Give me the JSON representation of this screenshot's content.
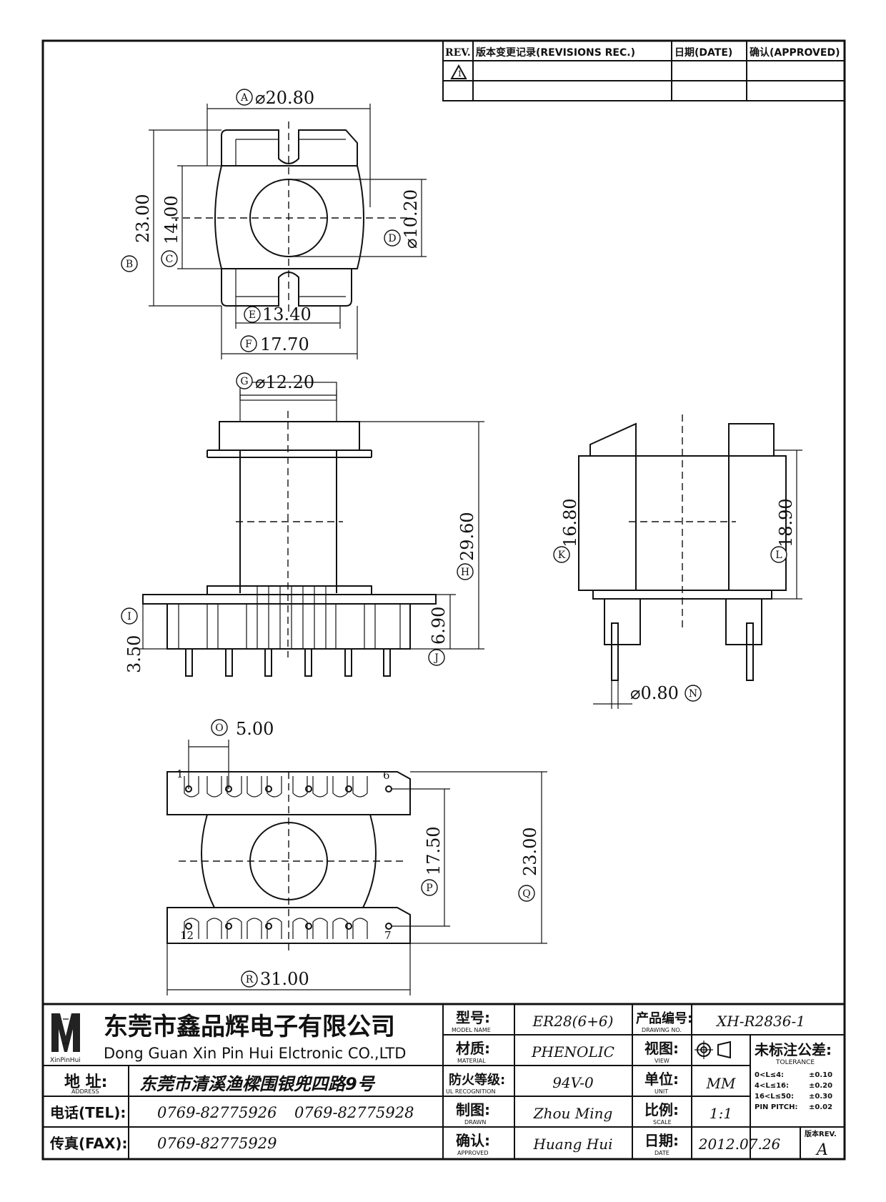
{
  "revision_table": {
    "headers": {
      "rev": "REV.",
      "record": "版本变更记录(REVISIONS REC.)",
      "date": "日期(DATE)",
      "approved": "确认(APPROVED)"
    },
    "row1_rev": "1"
  },
  "dimensions": {
    "A": {
      "letter": "A",
      "text": "⌀20.80"
    },
    "B": {
      "letter": "B",
      "text": "23.00"
    },
    "C": {
      "letter": "C",
      "text": "14.00"
    },
    "D": {
      "letter": "D",
      "text": "⌀10.20"
    },
    "E": {
      "letter": "E",
      "text": "13.40"
    },
    "F": {
      "letter": "F",
      "text": "17.70"
    },
    "G": {
      "letter": "G",
      "text": "⌀12.20"
    },
    "H": {
      "letter": "H",
      "text": "29.60"
    },
    "I": {
      "letter": "I",
      "text": "3.50"
    },
    "J": {
      "letter": "J",
      "text": "6.90"
    },
    "K": {
      "letter": "K",
      "text": "16.80"
    },
    "L": {
      "letter": "L",
      "text": "18.90"
    },
    "N": {
      "letter": "N",
      "text": "⌀0.80"
    },
    "O": {
      "letter": "O",
      "text": "5.00"
    },
    "P": {
      "letter": "P",
      "text": "17.50"
    },
    "Q": {
      "letter": "Q",
      "text": "23.00"
    },
    "R": {
      "letter": "R",
      "text": "31.00"
    }
  },
  "pins": {
    "p1": "1",
    "p6": "6",
    "p7": "7",
    "p12": "12"
  },
  "title_block": {
    "company_cn": "东莞市鑫品辉电子有限公司",
    "company_en": "Dong Guan Xin Pin Hui Elctronic CO.,LTD",
    "logo_caption": "XinPinHui",
    "address_label": "地  址:",
    "address_label_en": "ADDRESS",
    "address": "东莞市清溪渔樑围银兜四路9号",
    "tel_label": "电话(TEL):",
    "tel1": "0769-82775926",
    "tel2": "0769-82775928",
    "fax_label": "传真(FAX):",
    "fax": "0769-82775929",
    "model_label": "型号:",
    "model_label_en": "MODEL NAME",
    "model": "ER28(6+6)",
    "material_label": "材质:",
    "material_label_en": "MATERIAL",
    "material": "PHENOLIC",
    "flame_label": "防火等级:",
    "flame_label_en": "UL RECOGNITION",
    "flame": "94V-0",
    "drawn_label": "制图:",
    "drawn_label_en": "DRAWN",
    "drawn": "Zhou Ming",
    "approved_label": "确认:",
    "approved_label_en": "APPROVED",
    "approved": "Huang Hui",
    "drawing_no_label": "产品编号:",
    "drawing_no_label_en": "DRAWING NO.",
    "drawing_no": "XH-R2836-1",
    "view_label": "视图:",
    "view_label_en": "VIEW",
    "unit_label": "单位:",
    "unit_label_en": "UNIT",
    "unit": "MM",
    "scale_label": "比例:",
    "scale_label_en": "SCALE",
    "scale": "1:1",
    "date_label": "日期:",
    "date_label_en": "DATE",
    "date": "2012.07.26",
    "tolerance_title": "未标注公差:",
    "tolerance_title_en": "TOLERANCE",
    "tolerances": [
      {
        "range": "0<L≤4:",
        "value": "±0.10"
      },
      {
        "range": "4<L≤16:",
        "value": "±0.20"
      },
      {
        "range": "16<L≤50:",
        "value": "±0.30"
      },
      {
        "range": "PIN PITCH:",
        "value": "±0.02"
      }
    ],
    "rev_label": "版本REV.",
    "rev": "A"
  }
}
